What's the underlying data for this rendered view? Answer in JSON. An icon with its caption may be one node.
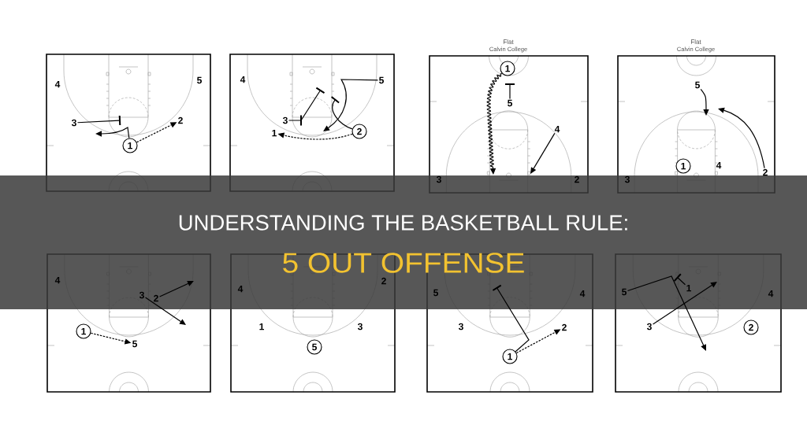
{
  "diagram": {
    "title": "UNDERSTANDING THE BASKETBALL RULE:",
    "nodes": [
      {
        "text": [
          "3"
        ]
      },
      {
        "text": [
          "2"
        ]
      },
      {
        "text": [
          "1"
        ]
      },
      {
        "text": [
          "5"
        ]
      },
      {
        "text": [
          "3"
        ]
      },
      {
        "text": [
          "1"
        ]
      },
      {
        "text": [
          "2"
        ]
      },
      {
        "text": [
          "1"
        ]
      },
      {
        "text": [
          "5"
        ]
      },
      {
        "text": [
          "4"
        ]
      },
      {
        "text": [
          "5"
        ]
      },
      {
        "text": [
          "1"
        ]
      },
      {
        "text": [
          "2"
        ]
      },
      {
        "text": [
          "3"
        ]
      },
      {
        "text": [
          "2"
        ]
      },
      {
        "text": [
          "1"
        ]
      },
      {
        "text": [
          "5"
        ]
      },
      {
        "text": [
          "5"
        ]
      },
      {
        "text": [
          "2"
        ]
      },
      {
        "text": [
          "1"
        ]
      },
      {
        "text": [
          "5"
        ]
      },
      {
        "text": [
          "1"
        ]
      },
      {
        "text": [
          "3"
        ]
      },
      {
        "text": [
          "2"
        ]
      }
    ],
    "edges": [
      {
        "from": 0,
        "to": null,
        "arrow": "other"
      },
      {
        "from": 2,
        "to": null,
        "arrow": "to"
      },
      {
        "from": 2,
        "to": 1,
        "arrow": "to",
        "style": "dashed"
      },
      {
        "from": 3,
        "to": null,
        "arrow": "to"
      },
      {
        "from": 6,
        "to": null,
        "arrow": "other"
      },
      {
        "from": 4,
        "to": null,
        "arrow": "other"
      },
      {
        "from": 6,
        "to": 5,
        "arrow": "to",
        "style": "dashed"
      },
      {
        "from": 7,
        "to": null,
        "arrow": "to"
      },
      {
        "from": 8,
        "to": null,
        "arrow": "other"
      },
      {
        "from": 9,
        "to": null,
        "arrow": "to"
      },
      {
        "from": 10,
        "to": null,
        "arrow": "to"
      },
      {
        "from": 12,
        "to": null,
        "arrow": "to"
      },
      {
        "from": 13,
        "to": null,
        "arrow": "to"
      },
      {
        "from": 14,
        "to": null,
        "arrow": "to"
      },
      {
        "from": 15,
        "to": 16,
        "arrow": "to",
        "style": "dashed"
      },
      {
        "from": 19,
        "to": null,
        "arrow": "other"
      },
      {
        "from": 19,
        "to": 18,
        "arrow": "to",
        "style": "dashed"
      },
      {
        "from": 20,
        "to": null,
        "arrow": "to"
      },
      {
        "from": 21,
        "to": null,
        "arrow": "other"
      },
      {
        "from": 22,
        "to": null,
        "arrow": "to"
      }
    ],
    "labels": [
      "4",
      "5",
      "4",
      "Flat",
      "Calvin College",
      "3",
      "2",
      "Flat",
      "Calvin College",
      "4",
      "3",
      "5 OUT OFFENSE",
      "4",
      "4",
      "2",
      "1",
      "3",
      "5",
      "4",
      "3",
      "4"
    ]
  }
}
